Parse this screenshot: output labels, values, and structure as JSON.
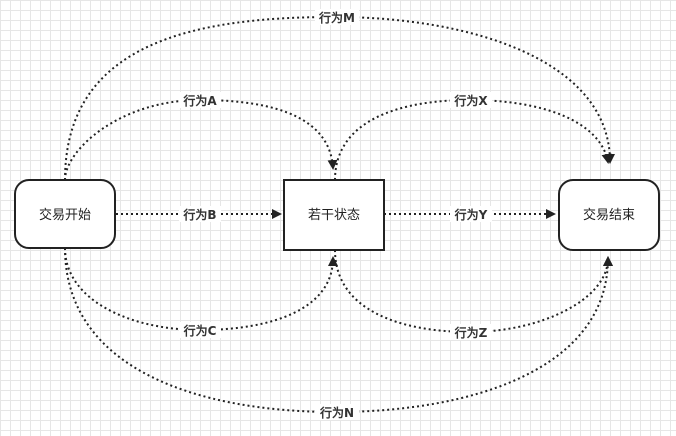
{
  "nodes": {
    "start": {
      "label": "交易开始"
    },
    "middle": {
      "label": "若干状态"
    },
    "end": {
      "label": "交易结束"
    }
  },
  "edges": {
    "m": {
      "label": "行为M"
    },
    "a": {
      "label": "行为A"
    },
    "x": {
      "label": "行为X"
    },
    "b": {
      "label": "行为B"
    },
    "y": {
      "label": "行为Y"
    },
    "c": {
      "label": "行为C"
    },
    "z": {
      "label": "行为Z"
    },
    "n": {
      "label": "行为N"
    }
  },
  "colors": {
    "stroke": "#222222",
    "grid": "#e6e6e6",
    "background": "#ffffff"
  }
}
